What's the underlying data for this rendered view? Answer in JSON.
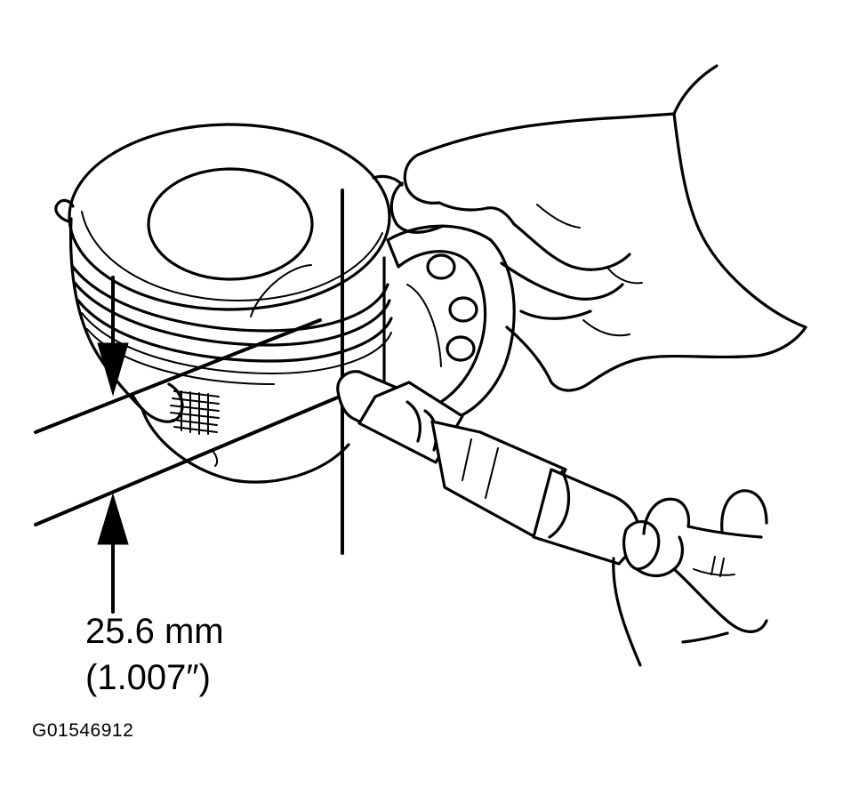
{
  "measurement": {
    "metric": "25.6 mm",
    "imperial": "(1.007″)"
  },
  "figure_code": "G01546912",
  "colors": {
    "ink": "#000000",
    "paper": "#ffffff"
  }
}
